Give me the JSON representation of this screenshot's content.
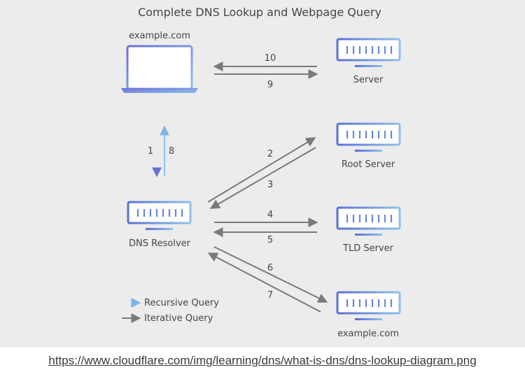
{
  "diagram": {
    "title": "Complete DNS Lookup and Webpage Query",
    "laptop_label": "example.com",
    "nodes": {
      "server": "Server",
      "root": "Root Server",
      "resolver": "DNS Resolver",
      "tld": "TLD Server",
      "auth": "example.com"
    },
    "steps": [
      "1",
      "2",
      "3",
      "4",
      "5",
      "6",
      "7",
      "8",
      "9",
      "10"
    ],
    "legend": {
      "recursive": "Recursive Query",
      "iterative": "Iterative Query"
    },
    "colors": {
      "background": "#ececec",
      "arrow_iterative": "#7a7a7a",
      "arrow_recursive": "#6a9fd4",
      "server_gradient_start": "#5b6fd6",
      "server_gradient_end": "#8fc1ea",
      "text": "#454545"
    }
  },
  "footer": {
    "url": "https://www.cloudflare.com/img/learning/dns/what-is-dns/dns-lookup-diagram.png"
  }
}
